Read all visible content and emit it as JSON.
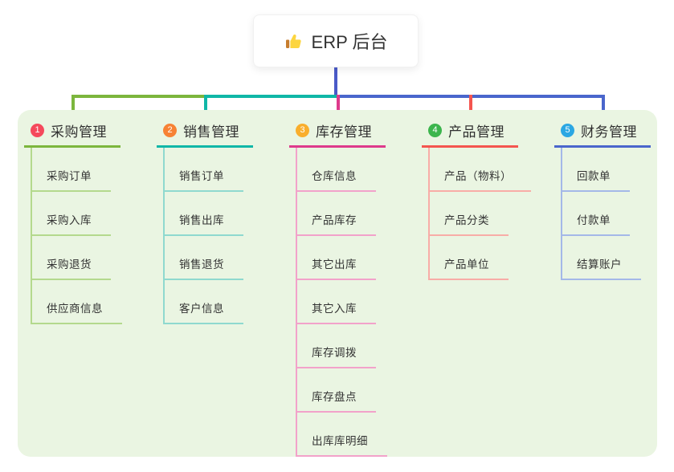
{
  "root": {
    "label": "ERP 后台",
    "icon": "thumbs-up",
    "connector_color": "#4a5ac8"
  },
  "panel": {
    "background": "#eaf5e2"
  },
  "branches": [
    {
      "num": "1",
      "label": "采购管理",
      "line_color": "#7cb63d",
      "light_color": "#b4d98d",
      "badge_color": "#f5495c",
      "items": [
        "采购订单",
        "采购入库",
        "采购退货",
        "供应商信息"
      ]
    },
    {
      "num": "2",
      "label": "销售管理",
      "line_color": "#10b7a7",
      "light_color": "#8fd9cf",
      "badge_color": "#f78234",
      "items": [
        "销售订单",
        "销售出库",
        "销售退货",
        "客户信息"
      ]
    },
    {
      "num": "3",
      "label": "库存管理",
      "line_color": "#de3a8c",
      "light_color": "#f2a2ca",
      "badge_color": "#f9ae2c",
      "items": [
        "仓库信息",
        "产品库存",
        "其它出库",
        "其它入库",
        "库存调拨",
        "库存盘点",
        "出库库明细"
      ]
    },
    {
      "num": "4",
      "label": "产品管理",
      "line_color": "#f4554f",
      "light_color": "#f8aca7",
      "badge_color": "#3cb54d",
      "items": [
        "产品（物料）",
        "产品分类",
        "产品单位"
      ]
    },
    {
      "num": "5",
      "label": "财务管理",
      "line_color": "#4a66cc",
      "light_color": "#a4b8e8",
      "badge_color": "#2ba7e3",
      "items": [
        "回款单",
        "付款单",
        "结算账户"
      ]
    }
  ]
}
